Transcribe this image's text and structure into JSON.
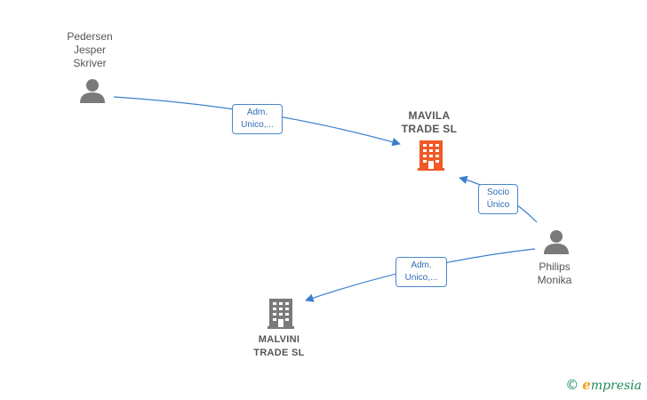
{
  "nodes": {
    "pedersen": {
      "label": "Pedersen\nJesper\nSkriver"
    },
    "mavila": {
      "label": "MAVILA\nTRADE  SL"
    },
    "philips": {
      "label": "Philips\nMonika"
    },
    "malvini": {
      "label": "MALVINI\nTRADE  SL"
    }
  },
  "edges": {
    "pedersen_mavila": {
      "label": "Adm.\nUnico,..."
    },
    "philips_mavila": {
      "label": "Socio\nÚnico"
    },
    "philips_malvini": {
      "label": "Adm.\nUnico,..."
    }
  },
  "brand": {
    "copyright": "©",
    "initial": "e",
    "rest": "mpresia"
  },
  "colors": {
    "edge": "#3b7fd0",
    "person_icon": "#7a7a7a",
    "company_main": "#f05a28",
    "company": "#7a7a7a"
  },
  "icons": {
    "person": "person-icon",
    "company": "building-icon"
  }
}
